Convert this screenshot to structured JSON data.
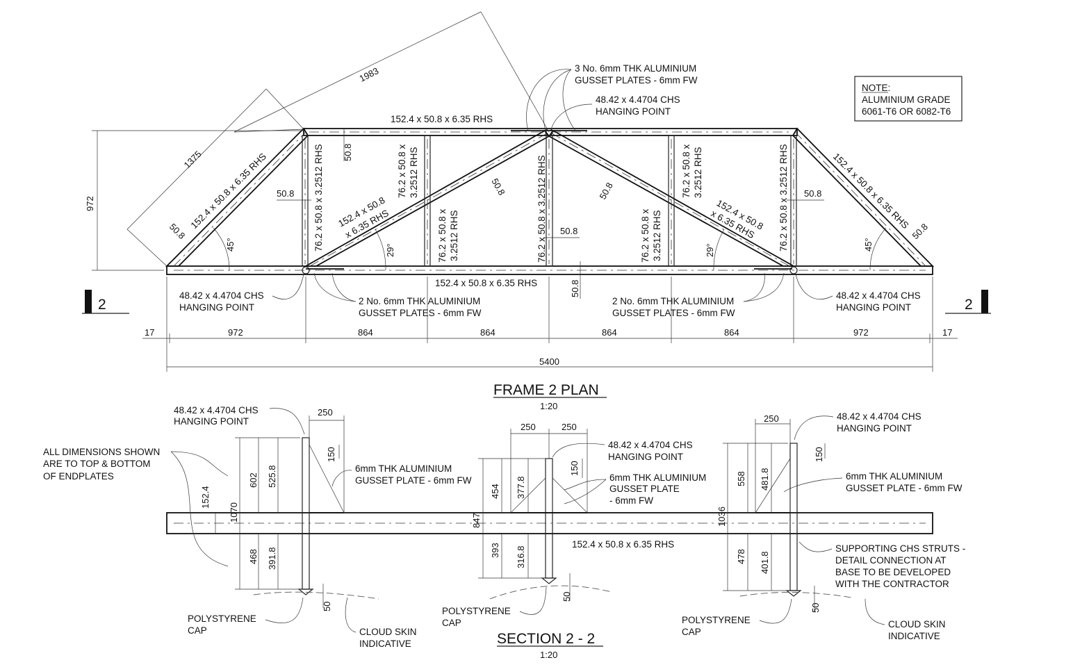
{
  "note": {
    "heading": "NOTE:",
    "line1": "ALUMINIUM GRADE",
    "line2": "6061-T6 OR 6082-T6"
  },
  "plan": {
    "title": "FRAME 2 PLAN",
    "scale": "1:20",
    "section_mark": "2",
    "labels": {
      "gusset3_l1": "3 No. 6mm THK ALUMINIUM",
      "gusset3_l2": "GUSSET PLATES - 6mm FW",
      "chs_l1": "48.42 x 4.4704 CHS",
      "chs_l2": "HANGING POINT",
      "top_chord": "152.4 x 50.8 x 6.35 RHS",
      "bottom_chord": "152.4 x 50.8 x 6.35 RHS",
      "left_rafter": "152.4 x 50.8 x 6.35 RHS",
      "right_rafter": "152.4 x 50.8 x 6.35 RHS",
      "web_l1": "152.4 x 50.8",
      "web_l2": "x 6.35 RHS",
      "vert_single": "76.2 x 50.8 x 3.2512 RHS",
      "vert_l1": "76.2 x 50.8 x",
      "vert_l2": "3.2512 RHS",
      "gusset2_l1": "2 No. 6mm THK ALUMINIUM",
      "gusset2_l2": "GUSSET PLATES - 6mm FW"
    },
    "dims": {
      "d1983": "1983",
      "d1375": "1375",
      "d972h": "972",
      "d50_8": "50.8",
      "a45": "45°",
      "a29": "29°",
      "segments": [
        "17",
        "972",
        "864",
        "864",
        "864",
        "864",
        "972",
        "17"
      ],
      "total": "5400"
    }
  },
  "section": {
    "title": "SECTION 2 - 2",
    "scale": "1:20",
    "labels": {
      "all_dims_l1": "ALL DIMENSIONS SHOWN",
      "all_dims_l2": "ARE TO TOP & BOTTOM",
      "all_dims_l3": "OF ENDPLATES",
      "chs_l1": "48.42 x 4.4704 CHS",
      "chs_l2": "HANGING POINT",
      "gp_l1": "6mm THK ALUMINIUM",
      "gp_l2": "GUSSET PLATE - 6mm FW",
      "gpm_l2": "GUSSET PLATE",
      "gpm_l3": "- 6mm FW",
      "beam": "152.4 x 50.8 x 6.35 RHS",
      "support_l1": "SUPPORTING CHS STRUTS -",
      "support_l2": "DETAIL CONNECTION AT",
      "support_l3": "BASE TO BE DEVELOPED",
      "support_l4": "WITH THE CONTRACTOR",
      "poly_l1": "POLYSTYRENE",
      "poly_l2": "CAP",
      "cloud_l1": "CLOUD SKIN",
      "cloud_l2": "INDICATIVE"
    },
    "dims": {
      "left": {
        "d250": "250",
        "d150": "150",
        "d1070": "1070",
        "d602": "602",
        "d525_8": "525.8",
        "d152_4": "152.4",
        "d468": "468",
        "d391_8": "391.8",
        "d50": "50"
      },
      "mid": {
        "d250a": "250",
        "d250b": "250",
        "d150": "150",
        "d847": "847",
        "d454": "454",
        "d377_8": "377.8",
        "d393": "393",
        "d316_8": "316.8",
        "d50": "50"
      },
      "right": {
        "d250": "250",
        "d150": "150",
        "d1036": "1036",
        "d558": "558",
        "d481_8": "481.8",
        "d478": "478",
        "d401_8": "401.8",
        "d50": "50"
      }
    }
  }
}
